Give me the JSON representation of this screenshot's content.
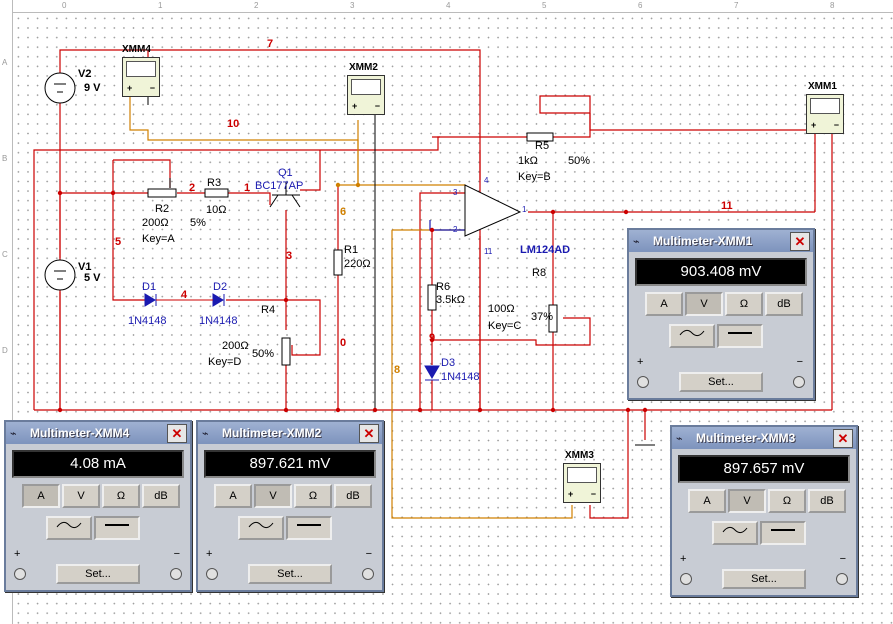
{
  "ruler_top": [
    "0",
    "1",
    "2",
    "3",
    "4",
    "5",
    "6",
    "7",
    "8"
  ],
  "ruler_left": [
    "A",
    "B",
    "C",
    "D"
  ],
  "components": {
    "v2": {
      "name": "V2",
      "value": "9 V"
    },
    "v1": {
      "name": "V1",
      "value": "5 V"
    },
    "r2": {
      "name": "R2",
      "value": "200Ω",
      "pct": "5%",
      "key": "Key=A"
    },
    "r3": {
      "name": "R3",
      "value": "10Ω"
    },
    "q1": {
      "name": "Q1",
      "part": "BC177AP"
    },
    "r1": {
      "name": "R1",
      "value": "220Ω"
    },
    "d1": {
      "name": "D1",
      "part": "1N4148"
    },
    "d2": {
      "name": "D2",
      "part": "1N4148"
    },
    "r4": {
      "name": "R4",
      "value": "200Ω",
      "key": "Key=D",
      "pct": "50%"
    },
    "r5": {
      "name": "R5",
      "value": "1kΩ",
      "pct": "50%",
      "key": "Key=B"
    },
    "u1": {
      "part": "LM124AD",
      "pin4": "4",
      "pin11": "11",
      "pin3": "3",
      "pin2": "2",
      "pin1": "1"
    },
    "r6": {
      "name": "R6",
      "value": "3.5kΩ"
    },
    "d3": {
      "name": "D3",
      "part": "1N4148"
    },
    "r8": {
      "name": "R8",
      "value": "100Ω",
      "key": "Key=C",
      "pct": "37%"
    }
  },
  "nets": {
    "n7": "7",
    "n10": "10",
    "n1": "1",
    "n2": "2",
    "n3": "3",
    "n4": "4",
    "n5": "5",
    "n6": "6",
    "n0": "0",
    "n8": "8",
    "n9": "9",
    "n11": "11"
  },
  "meter_icons": {
    "xmm4": "XMM4",
    "xmm2": "XMM2",
    "xmm1": "XMM1",
    "xmm3": "XMM3",
    "plus": "+",
    "minus": "−"
  },
  "multimeters": [
    {
      "title": "Multimeter-XMM4",
      "reading": "4.08 mA",
      "mode": "A"
    },
    {
      "title": "Multimeter-XMM2",
      "reading": "897.621 mV",
      "mode": "V"
    },
    {
      "title": "Multimeter-XMM1",
      "reading": "903.408 mV",
      "mode": "V"
    },
    {
      "title": "Multimeter-XMM3",
      "reading": "897.657 mV",
      "mode": "V"
    }
  ],
  "mm_buttons": {
    "a": "A",
    "v": "V",
    "ohm": "Ω",
    "db": "dB",
    "set": "Set...",
    "close": "✕",
    "plus": "+",
    "minus": "−"
  },
  "colors": {
    "wire_red": "#cc0000",
    "wire_orange": "#d08000",
    "wire_blue": "#1a1ab0",
    "panel_title": "#7d93bd"
  }
}
